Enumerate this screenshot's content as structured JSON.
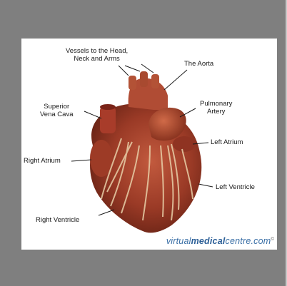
{
  "labels": {
    "vessels_line1": "Vessels to the Head,",
    "vessels_line2": "Neck and Arms",
    "aorta": "The Aorta",
    "superior_line1": "Superior",
    "superior_line2": "Vena Cava",
    "pulmonary_line1": "Pulmonary",
    "pulmonary_line2": "Artery",
    "left_atrium": "Left Atrium",
    "right_atrium": "Right Atrium",
    "left_ventricle": "Left Ventricle",
    "right_ventricle": "Right Ventricle"
  },
  "watermark": {
    "part1": "virtual",
    "part2": "medical",
    "part3": "centre.com",
    "mark": "©"
  },
  "colors": {
    "frame": "#7f7f7f",
    "heart": "#a8452e",
    "text": "#1a1a1a",
    "logo": "#3a6fa6"
  }
}
